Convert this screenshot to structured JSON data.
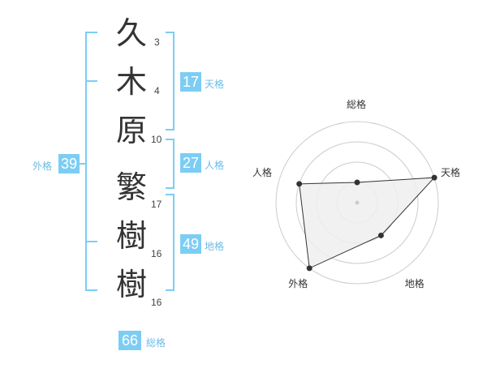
{
  "name": {
    "characters": [
      {
        "char": "久",
        "strokes": "3"
      },
      {
        "char": "木",
        "strokes": "4"
      },
      {
        "char": "原",
        "strokes": "10"
      },
      {
        "char": "繁",
        "strokes": "17"
      },
      {
        "char": "樹",
        "strokes": "16"
      },
      {
        "char": "樹",
        "strokes": "16"
      }
    ]
  },
  "fortunes": {
    "tenkaku": {
      "value": "17",
      "label": "天格"
    },
    "jinkaku": {
      "value": "27",
      "label": "人格"
    },
    "chikaku": {
      "value": "49",
      "label": "地格"
    },
    "gaikaku": {
      "value": "39",
      "label": "外格"
    },
    "soukaku": {
      "value": "66",
      "label": "総格"
    }
  },
  "colors": {
    "accent": "#7ccdf4",
    "bracket": "#7ccdf4",
    "text": "#333333",
    "radar_fill": "#eeeeee",
    "radar_ring": "#cccccc"
  },
  "chart_data": {
    "type": "radar",
    "axes": [
      "総格",
      "天格",
      "地格",
      "外格",
      "人格"
    ],
    "values": [
      1,
      4,
      2,
      4,
      3
    ],
    "rmax": 4
  }
}
